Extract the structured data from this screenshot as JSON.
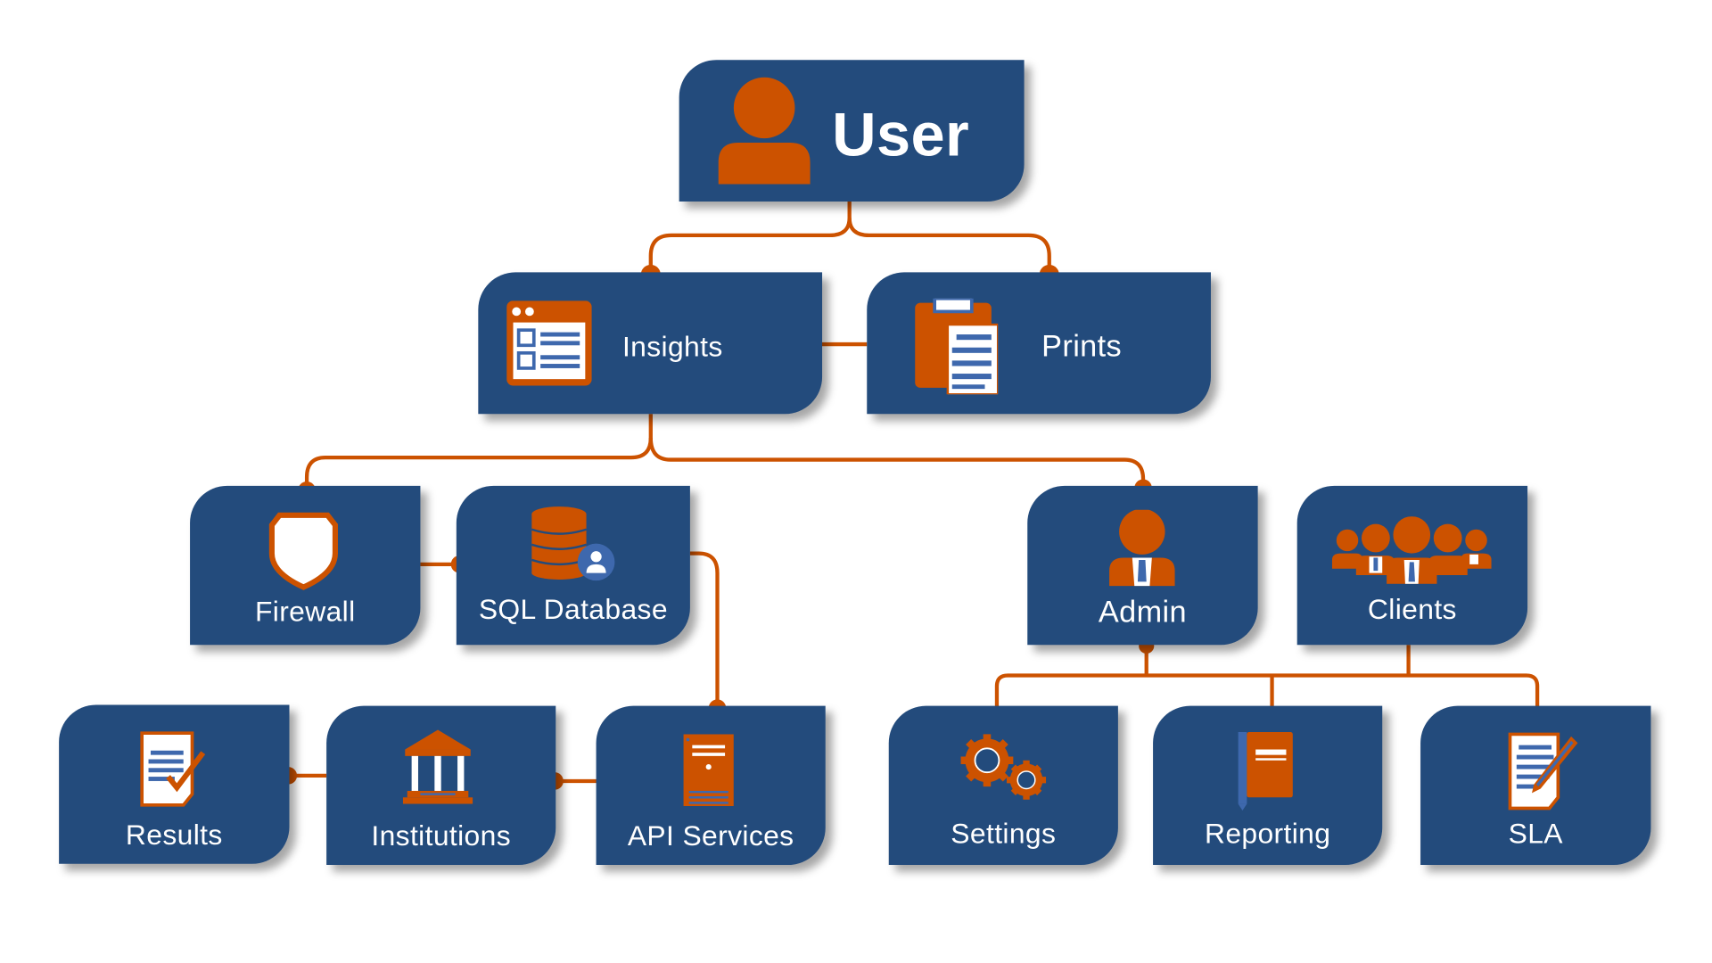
{
  "title": "User hierarchy diagram",
  "colors": {
    "box": "#234b7c",
    "accent": "#cc5200",
    "text": "#ffffff",
    "icon_blue": "#3e68ad"
  },
  "nodes": {
    "user": {
      "label": "User",
      "icon": "user-icon"
    },
    "insights": {
      "label": "Insights",
      "icon": "dashboard-window-icon"
    },
    "prints": {
      "label": "Prints",
      "icon": "clipboard-document-icon"
    },
    "firewall": {
      "label": "Firewall",
      "icon": "shield-icon"
    },
    "sql_database": {
      "label": "SQL Database",
      "icon": "database-user-icon"
    },
    "admin": {
      "label": "Admin",
      "icon": "admin-person-icon"
    },
    "clients": {
      "label": "Clients",
      "icon": "group-people-icon"
    },
    "results": {
      "label": "Results",
      "icon": "checked-document-icon"
    },
    "institutions": {
      "label": "Institutions",
      "icon": "institution-building-icon"
    },
    "api_services": {
      "label": "API Services",
      "icon": "server-icon"
    },
    "settings": {
      "label": "Settings",
      "icon": "gears-icon"
    },
    "reporting": {
      "label": "Reporting",
      "icon": "book-icon"
    },
    "sla": {
      "label": "SLA",
      "icon": "document-pencil-icon"
    }
  },
  "edges": [
    [
      "User",
      "Insights"
    ],
    [
      "User",
      "Prints"
    ],
    [
      "Insights",
      "Prints"
    ],
    [
      "Insights",
      "Firewall"
    ],
    [
      "Insights",
      "Admin"
    ],
    [
      "Firewall",
      "SQL Database"
    ],
    [
      "SQL Database",
      "API Services"
    ],
    [
      "API Services",
      "Institutions"
    ],
    [
      "Institutions",
      "Results"
    ],
    [
      "Admin",
      "Settings"
    ],
    [
      "Admin",
      "Reporting"
    ],
    [
      "Admin",
      "SLA"
    ],
    [
      "Clients",
      "Settings"
    ]
  ]
}
